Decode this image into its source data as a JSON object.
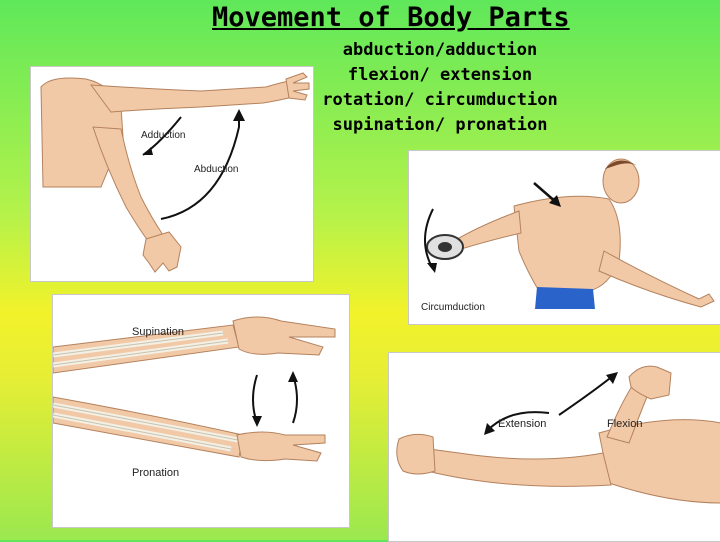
{
  "slide": {
    "title": "Movement of Body Parts",
    "subtitle_lines": [
      "abduction/adduction",
      "flexion/ extension",
      "rotation/ circumduction",
      "supination/ pronation"
    ]
  },
  "panels": {
    "abduction": {
      "label_adduction": "Adduction",
      "label_abduction": "Abduction"
    },
    "circumduction": {
      "label": "Circumduction"
    },
    "supination": {
      "label_supination": "Supination",
      "label_pronation": "Pronation"
    },
    "flexion": {
      "label_extension": "Extension",
      "label_flexion": "Flexion"
    }
  },
  "colors": {
    "skin": "#f2c9a6",
    "skin_shadow": "#d9a57f",
    "bone": "#f3f0e6",
    "shorts": "#2a63c9",
    "arrow": "#111111"
  }
}
